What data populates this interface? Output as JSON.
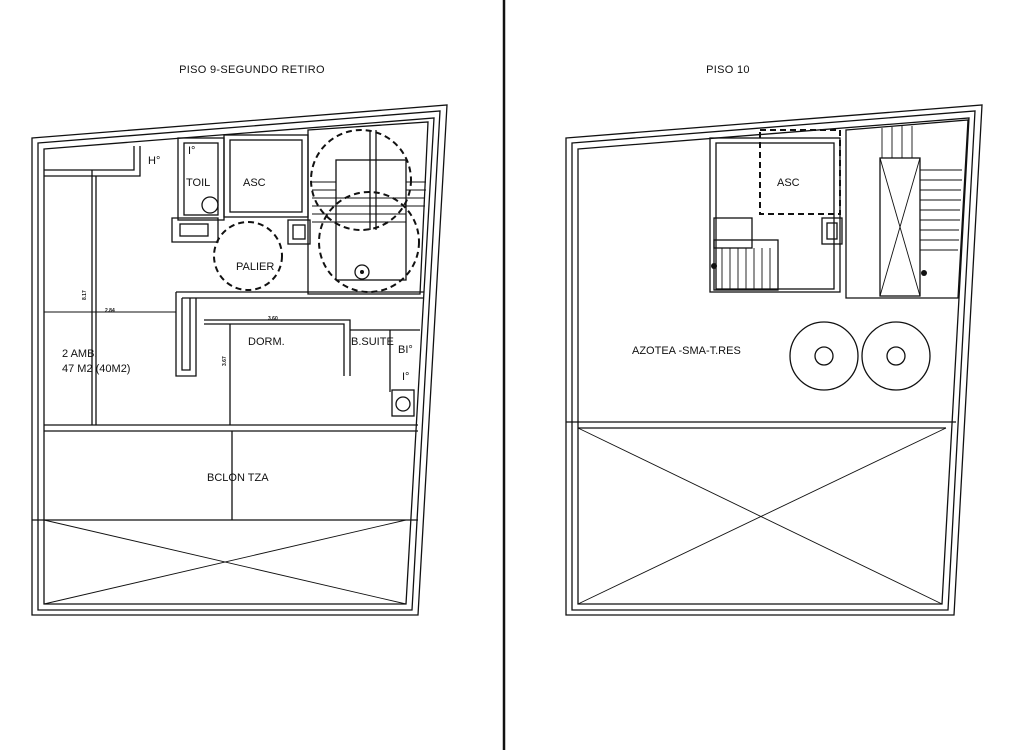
{
  "left_plan": {
    "title": "PISO 9-SEGUNDO  RETIRO",
    "rooms": {
      "h": "H°",
      "i": "I°",
      "toil": "TOIL",
      "asc": "ASC",
      "palier": "PALIER",
      "dorm": "DORM.",
      "bsuite": "B.SUITE",
      "bi": "BI°",
      "i2": "I°",
      "amb": "2 AMB.",
      "area": "47 M2 (40M2)",
      "balcon": "BCLON TZA"
    },
    "dims": {
      "d1": "8.17",
      "d2": "2.84",
      "d3": "3.60",
      "d4": "3.67"
    }
  },
  "right_plan": {
    "title": "PISO 10",
    "rooms": {
      "asc": "ASC",
      "azotea": "AZOTEA -SMA-T.RES"
    }
  },
  "colors": {
    "ink": "#111111",
    "paper": "#ffffff"
  }
}
